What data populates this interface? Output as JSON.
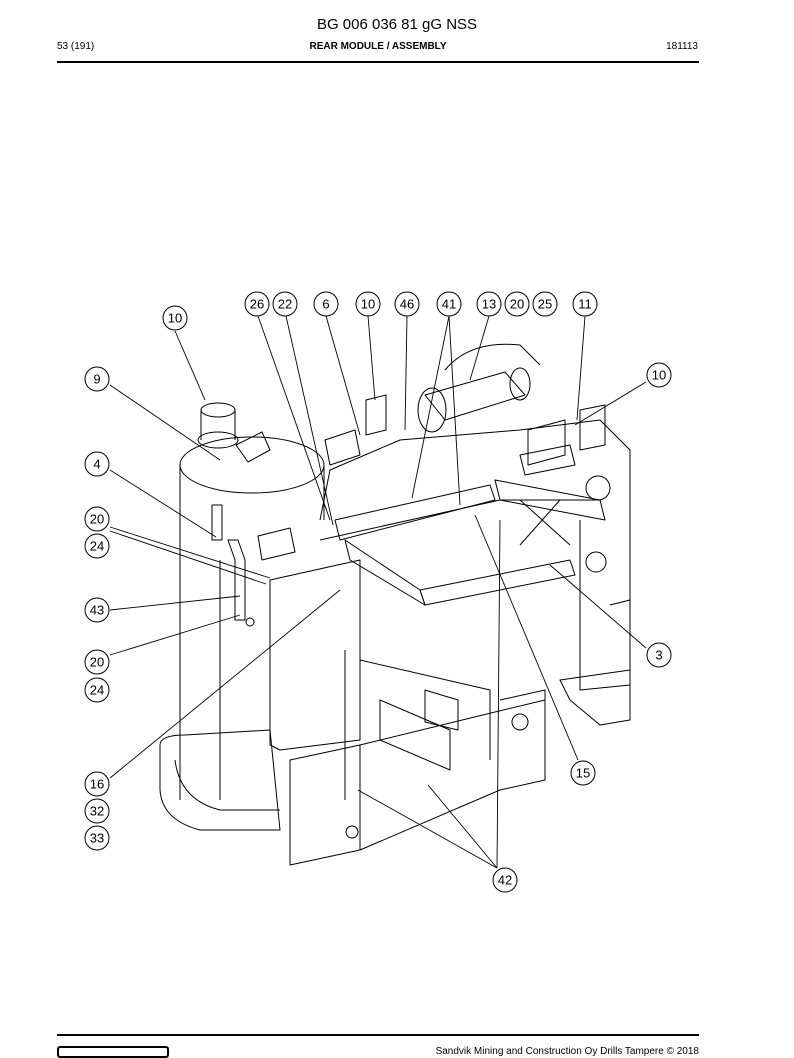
{
  "header": {
    "title": "BG 006 036 81 gG NSS",
    "page": "53 (191)",
    "section": "REAR MODULE / ASSEMBLY",
    "code": "181113"
  },
  "footer": {
    "copyright": "Sandvik Mining and Construction Oy Drills Tampere © 2018"
  },
  "callouts": [
    "26",
    "22",
    "6",
    "10",
    "46",
    "41",
    "13",
    "20",
    "25",
    "11",
    "10",
    "10",
    "9",
    "4",
    "20",
    "24",
    "43",
    "20",
    "24",
    "3",
    "15",
    "16",
    "32",
    "33",
    "42"
  ]
}
